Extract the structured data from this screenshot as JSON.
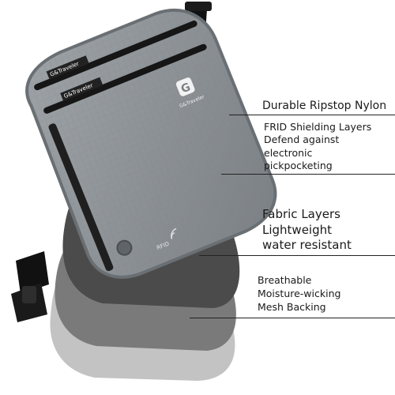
{
  "product": {
    "brand_tag": "G&Traveler",
    "logo_letter": "G",
    "rfid_mark": "RFID"
  },
  "callouts": [
    {
      "id": "nylon",
      "lines": [
        "Durable Ripstop Nylon"
      ]
    },
    {
      "id": "frid",
      "lines": [
        "FRID Shielding Layers",
        "Defend against",
        "electronic",
        "pickpocketing"
      ]
    },
    {
      "id": "fabric",
      "lines": [
        "Fabric Layers",
        "Lightweight",
        "water resistant"
      ]
    },
    {
      "id": "mesh",
      "lines": [
        "Breathable",
        "Moisture-wicking",
        "Mesh Backing"
      ]
    }
  ],
  "colors": {
    "pouch_gray": "#8b9195",
    "pouch_edge": "#6f7478",
    "binding_black": "#161616",
    "strap_black": "#111111",
    "layer_dark": "#4a4a4a",
    "layer_mid": "#6a6a6a",
    "layer_light": "#9b9b9b"
  }
}
